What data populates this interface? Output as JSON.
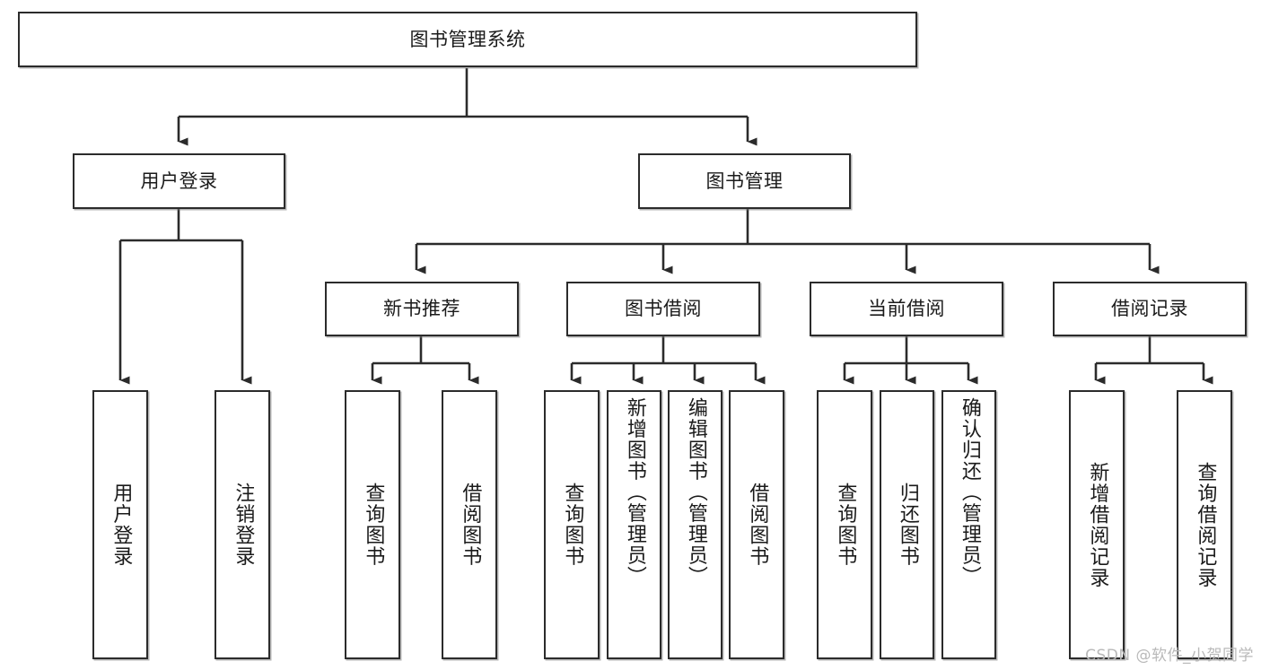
{
  "diagram": {
    "type": "hierarchy-tree",
    "title": "图书管理系统",
    "watermark": "CSDN @软件_小贺同学",
    "colors": {
      "stroke": "#2b2b2b",
      "fill": "#ffffff",
      "text": "#1a1a1a",
      "watermark": "#b9b9b9"
    },
    "nodes": {
      "root": {
        "label": "图书管理系统",
        "level": 1,
        "orientation": "horizontal"
      },
      "user_login": {
        "label": "用户登录",
        "level": 2,
        "orientation": "horizontal"
      },
      "book_manage": {
        "label": "图书管理",
        "level": 2,
        "orientation": "horizontal"
      },
      "new_book_rec": {
        "label": "新书推荐",
        "level": 3,
        "orientation": "horizontal"
      },
      "book_borrow": {
        "label": "图书借阅",
        "level": 3,
        "orientation": "horizontal"
      },
      "current_borrow": {
        "label": "当前借阅",
        "level": 3,
        "orientation": "horizontal"
      },
      "borrow_record": {
        "label": "借阅记录",
        "level": 3,
        "orientation": "horizontal"
      },
      "leaf_user_login": {
        "label": "用户登录",
        "level": 4,
        "orientation": "vertical"
      },
      "leaf_logout": {
        "label": "注销登录",
        "level": 4,
        "orientation": "vertical"
      },
      "leaf_query_book_1": {
        "label": "查询图书",
        "level": 4,
        "orientation": "vertical"
      },
      "leaf_borrow_book_1": {
        "label": "借阅图书",
        "level": 4,
        "orientation": "vertical"
      },
      "leaf_query_book_2": {
        "label": "查询图书",
        "level": 4,
        "orientation": "vertical"
      },
      "leaf_add_book": {
        "label": "新增图书（管理员）",
        "level": 4,
        "orientation": "vertical"
      },
      "leaf_edit_book": {
        "label": "编辑图书（管理员）",
        "level": 4,
        "orientation": "vertical"
      },
      "leaf_borrow_book_2": {
        "label": "借阅图书",
        "level": 4,
        "orientation": "vertical"
      },
      "leaf_query_book_3": {
        "label": "查询图书",
        "level": 4,
        "orientation": "vertical"
      },
      "leaf_return_book": {
        "label": "归还图书",
        "level": 4,
        "orientation": "vertical"
      },
      "leaf_confirm_return": {
        "label": "确认归还（管理员）",
        "level": 4,
        "orientation": "vertical"
      },
      "leaf_add_record": {
        "label": "新增借阅记录",
        "level": 4,
        "orientation": "vertical"
      },
      "leaf_query_record": {
        "label": "查询借阅记录",
        "level": 4,
        "orientation": "vertical"
      }
    },
    "edges": [
      {
        "from": "root",
        "to": "user_login"
      },
      {
        "from": "root",
        "to": "book_manage"
      },
      {
        "from": "user_login",
        "to": "leaf_user_login"
      },
      {
        "from": "user_login",
        "to": "leaf_logout"
      },
      {
        "from": "book_manage",
        "to": "new_book_rec"
      },
      {
        "from": "book_manage",
        "to": "book_borrow"
      },
      {
        "from": "book_manage",
        "to": "current_borrow"
      },
      {
        "from": "book_manage",
        "to": "borrow_record"
      },
      {
        "from": "new_book_rec",
        "to": "leaf_query_book_1"
      },
      {
        "from": "new_book_rec",
        "to": "leaf_borrow_book_1"
      },
      {
        "from": "book_borrow",
        "to": "leaf_query_book_2"
      },
      {
        "from": "book_borrow",
        "to": "leaf_add_book"
      },
      {
        "from": "book_borrow",
        "to": "leaf_edit_book"
      },
      {
        "from": "book_borrow",
        "to": "leaf_borrow_book_2"
      },
      {
        "from": "current_borrow",
        "to": "leaf_query_book_3"
      },
      {
        "from": "current_borrow",
        "to": "leaf_return_book"
      },
      {
        "from": "current_borrow",
        "to": "leaf_confirm_return"
      },
      {
        "from": "borrow_record",
        "to": "leaf_add_record"
      },
      {
        "from": "borrow_record",
        "to": "leaf_query_record"
      }
    ]
  }
}
